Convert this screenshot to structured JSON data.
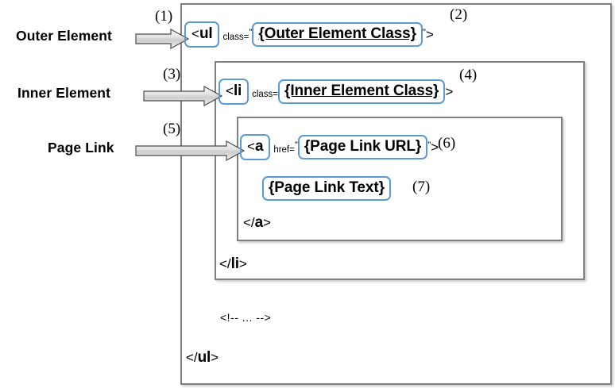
{
  "diagram": {
    "title": "HTML list markup annotation diagram",
    "colors": {
      "highlight_border": "#5B9BD5",
      "container_border": "#808080",
      "arrow_fill": "#D9D9D9",
      "arrow_border": "#404040",
      "text": "#000000",
      "background": "#FFFFFF"
    },
    "labels": [
      {
        "id": "outer",
        "text": "Outer Element",
        "callout": "(1)"
      },
      {
        "id": "inner",
        "text": "Inner Element",
        "callout": "(3)"
      },
      {
        "id": "page",
        "text": "Page Link",
        "callout": "(5)"
      }
    ],
    "callouts": {
      "one": "(1)",
      "two": "(2)",
      "three": "(3)",
      "four": "(4)",
      "five": "(5)",
      "six": "(6)",
      "seven": "(7)"
    },
    "markup": {
      "ul_open": {
        "open_bracket": "<",
        "tag": "ul",
        "attr": "class=",
        "open_quote": "”",
        "value": "{Outer Element Class}",
        "close_quote": "”",
        "close_bracket": ">"
      },
      "li_open": {
        "open_bracket": "<",
        "tag": "li",
        "attr": "class=",
        "value": "{Inner Element Class}",
        "close_bracket": ">"
      },
      "a_open": {
        "open_bracket": "<",
        "tag": "a",
        "attr": "href=",
        "open_quote": "”",
        "value": "{Page Link URL}",
        "close_quote": "”",
        "close_bracket": ">"
      },
      "link_text": "{Page Link Text}",
      "a_close": {
        "prefix": "</",
        "tag": "a",
        "suffix": ">"
      },
      "li_close": {
        "prefix": "</",
        "tag": "li",
        "suffix": ">"
      },
      "ul_close": {
        "prefix": "</",
        "tag": "ul",
        "suffix": ">"
      },
      "comment": "<!-- ... -->"
    }
  }
}
